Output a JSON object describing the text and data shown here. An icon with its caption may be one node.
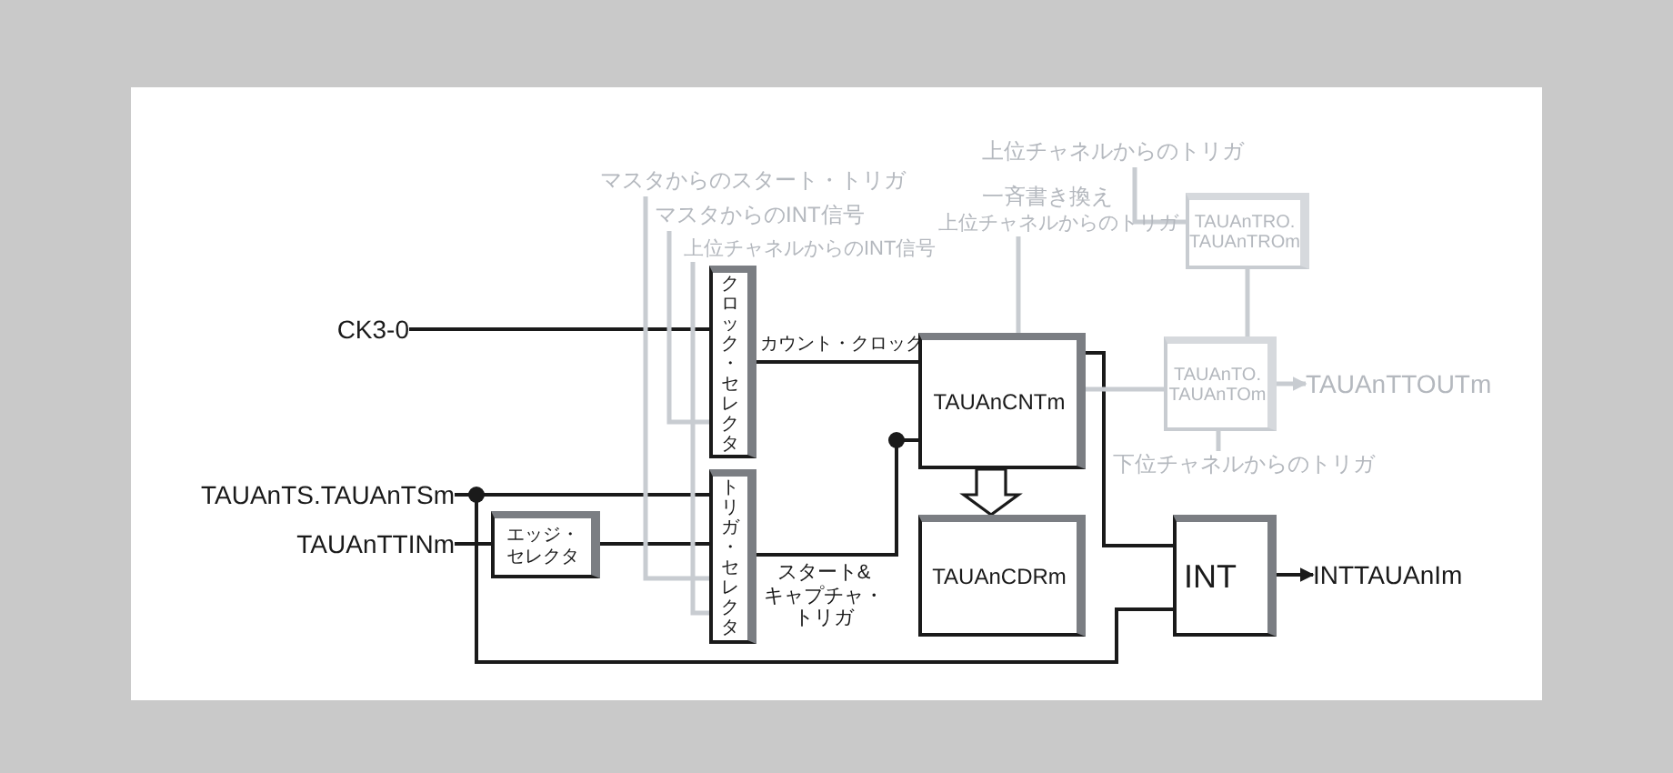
{
  "diagram": {
    "nodes": [
      {
        "text": [
          "CK3-0"
        ]
      },
      {
        "text": [
          "TAUAnTS.TAUAnTSm"
        ]
      },
      {
        "text": [
          "TAUAnTTINm"
        ]
      },
      {
        "text": [
          "エッジ・セレクタ"
        ]
      },
      {
        "text": [
          "クロック・セレクタ"
        ]
      },
      {
        "text": [
          "トリガ・セレクタ"
        ]
      },
      {
        "text": [
          "TAUAnCNTm"
        ]
      },
      {
        "text": [
          "TAUAnCDRm"
        ]
      },
      {
        "text": [
          "INT"
        ]
      },
      {
        "text": [
          "INTTAUAnIm"
        ]
      },
      {
        "text": [
          "マスタからのスタート・トリガ"
        ]
      },
      {
        "text": [
          "マスタからのINT信号"
        ]
      },
      {
        "text": [
          "上位チャネルからのINT信号"
        ]
      },
      {
        "text": [
          "上位チャネルからのトリガ"
        ]
      },
      {
        "text": [
          "上位チャネルからのトリガ"
        ]
      },
      {
        "text": [
          "TAUAnTRO. TAUAnTROm"
        ]
      },
      {
        "text": [
          "TAUAnTO. TAUAnTOm"
        ]
      },
      {
        "text": [
          "TAUAnTTOUTm"
        ]
      },
      {
        "text": [
          "下位チャネルからのトリガ"
        ]
      }
    ],
    "edges": [
      {
        "from": 0,
        "to": 4,
        "arrow": "none"
      },
      {
        "from": 1,
        "to": 5,
        "arrow": "none"
      },
      {
        "from": 2,
        "to": 3,
        "arrow": "none"
      },
      {
        "from": 3,
        "to": 5,
        "arrow": "none"
      },
      {
        "from": 4,
        "to": 6,
        "arrow": "none",
        "label": "カウント・クロック"
      },
      {
        "from": 5,
        "to": 6,
        "arrow": "none",
        "label": "スタート&キャプチャ・トリガ"
      },
      {
        "from": 6,
        "to": 7,
        "arrow": "to",
        "style": "thick"
      },
      {
        "from": 6,
        "to": 8,
        "arrow": "none"
      },
      {
        "from": 1,
        "to": 8,
        "arrow": "none"
      },
      {
        "from": 8,
        "to": 9,
        "arrow": "to"
      },
      {
        "from": 6,
        "to": 16,
        "arrow": "none",
        "color": "#c8ccd1"
      },
      {
        "from": 16,
        "to": 17,
        "arrow": "to",
        "color": "#c8ccd1"
      },
      {
        "from": 15,
        "to": 16,
        "arrow": "none",
        "color": "#c8ccd1"
      },
      {
        "from": 14,
        "to": 15,
        "arrow": "none",
        "color": "#c8ccd1"
      },
      {
        "from": 10,
        "to": 5,
        "arrow": "none",
        "color": "#c8ccd1"
      },
      {
        "from": 11,
        "to": 4,
        "arrow": "none",
        "color": "#c8ccd1"
      },
      {
        "from": 12,
        "to": 5,
        "arrow": "none",
        "color": "#c8ccd1"
      },
      {
        "from": 13,
        "to": 6,
        "arrow": "none",
        "color": "#c8ccd1"
      },
      {
        "from": 18,
        "to": 16,
        "arrow": "none",
        "color": "#c8ccd1"
      }
    ],
    "labels": [
      "一斉書き換え"
    ]
  }
}
